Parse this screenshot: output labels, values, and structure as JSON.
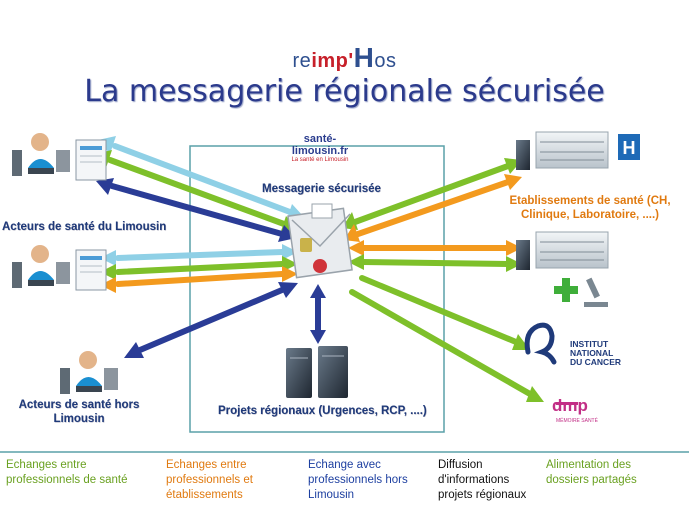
{
  "header": {
    "logo": {
      "part1": "re",
      "part2": "imp'",
      "part3": "H",
      "part4": "os"
    },
    "title": "La messagerie régionale sécurisée"
  },
  "center": {
    "brand_name": "santé-limousin.fr",
    "brand_tagline": "La santé en Limousin",
    "hub_label": "Messagerie sécurisée",
    "projects_label": "Projets régionaux (Urgences, RCP, ....)"
  },
  "left": {
    "actors_limousin": "Acteurs de santé du Limousin",
    "actors_outside": "Acteurs de santé hors Limousin"
  },
  "right": {
    "establishments": "Etablissements de santé (CH, Clinique, Laboratoire, ....)",
    "institute_line1": "INSTITUT",
    "institute_line2": "NATIONAL",
    "institute_line3": "DU CANCER",
    "dmp_logo": "dmp",
    "dmp_sub": "MÉMOIRE SANTÉ"
  },
  "legend": [
    {
      "text": "Echanges entre professionnels de santé",
      "color": "#6aa121"
    },
    {
      "text": "Echanges entre professionnels et établissements",
      "color": "#e07a10"
    },
    {
      "text": "Echange avec professionnels hors Limousin",
      "color": "#1d3fa0"
    },
    {
      "text": "Diffusion d'informations projets régionaux",
      "color": "#111111"
    },
    {
      "text": "Alimentation des dossiers partagés",
      "color": "#6aa121"
    }
  ]
}
